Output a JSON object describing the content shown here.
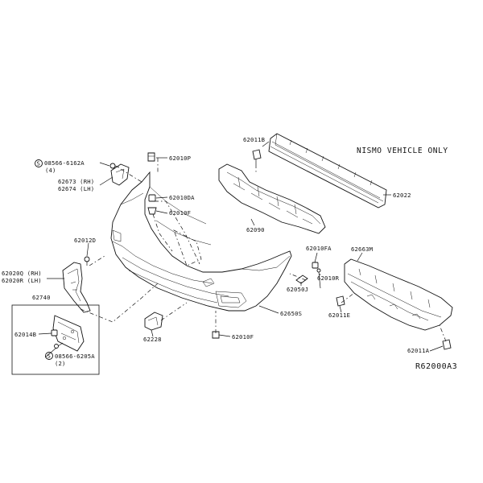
{
  "note": "NISMO VEHICLE ONLY",
  "reference": "R62000A3",
  "callouts": {
    "p62011B_top": "62011B",
    "p62022": "62022",
    "p62090": "62090",
    "p08566_6162A": "08566-6162A",
    "p08566_6162A_qty": "(4)",
    "p62673": "62673 (RH)",
    "p62674": "62674 (LH)",
    "p62010P": "62010P",
    "p62010DA": "62010DA",
    "p62010F_top": "62010F",
    "p62012D": "62012D",
    "p62020Q": "62020Q (RH)",
    "p62020R": "62020R (LH)",
    "p62740": "62740",
    "p62014B": "62014B",
    "p08566_6205A": "08566-6205A",
    "p08566_6205A_qty": "(2)",
    "p62228": "62228",
    "p62010F_bottom": "62010F",
    "p62650S": "62650S",
    "p62010FA": "62010FA",
    "p62050J": "62050J",
    "p62010R": "62010R",
    "p62663M": "62663M",
    "p62011E": "62011E",
    "p62011A": "62011A"
  }
}
